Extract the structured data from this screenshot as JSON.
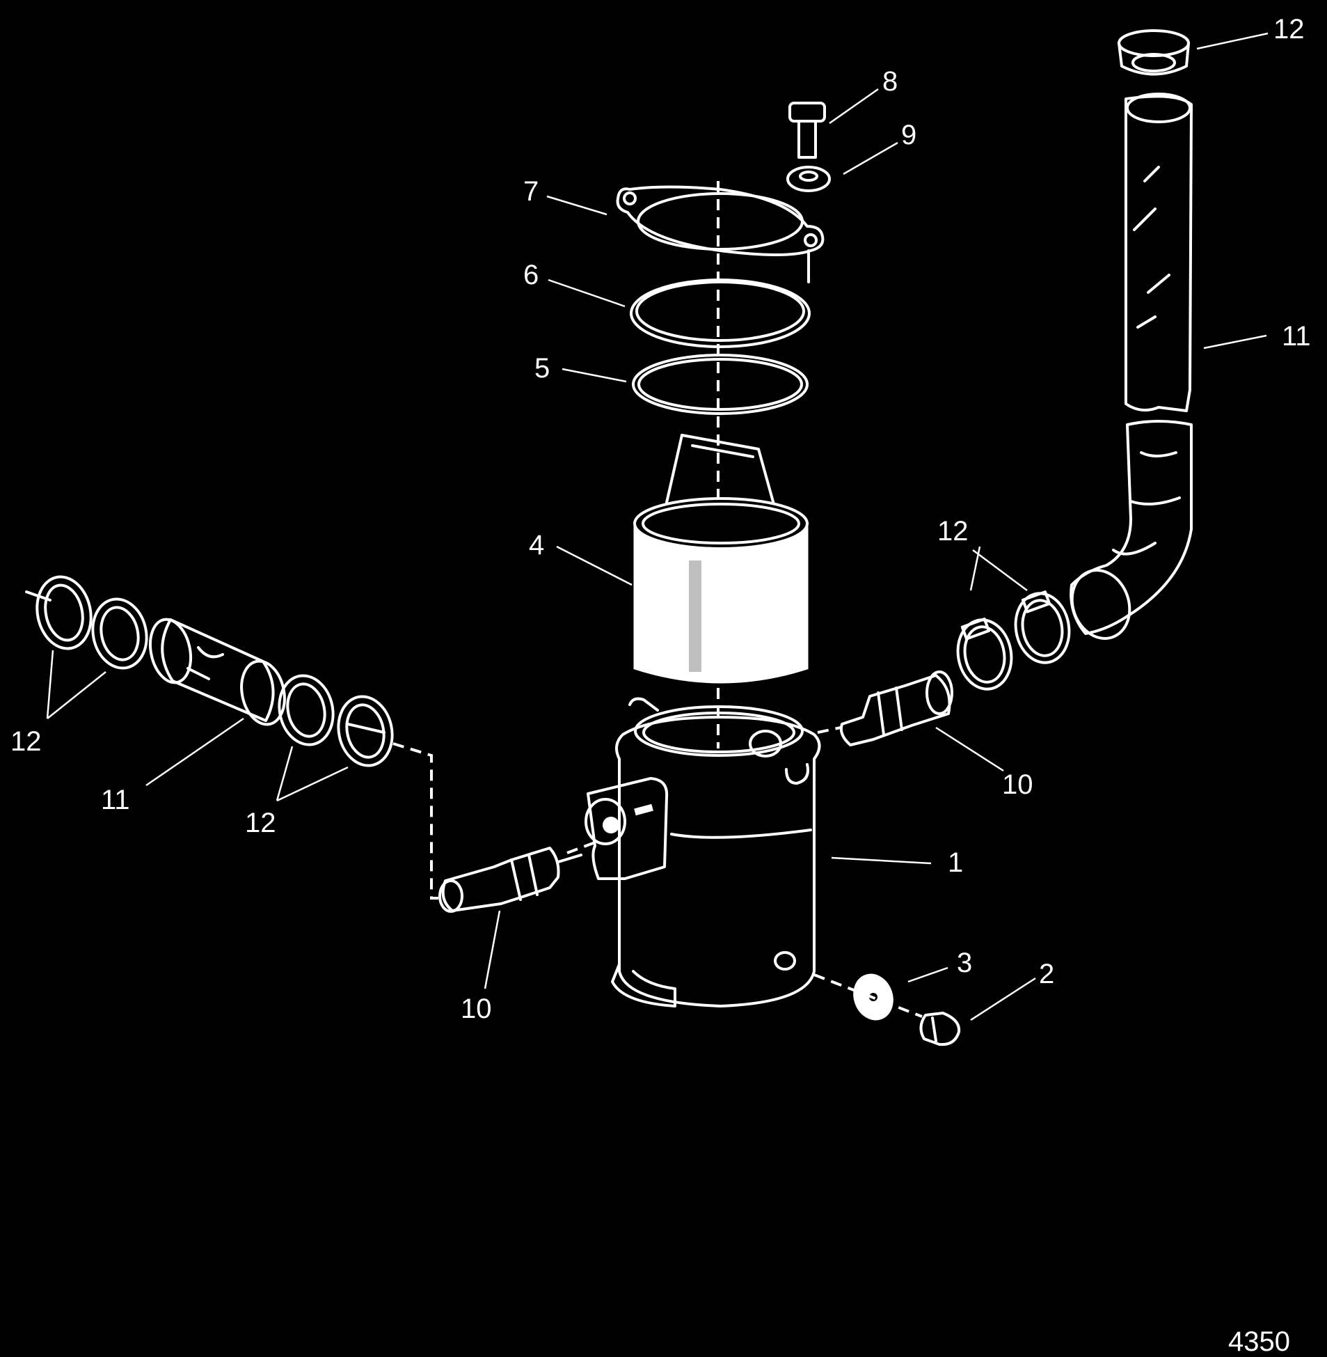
{
  "diagram": {
    "figure_number": "4350",
    "colors": {
      "background": "#000000",
      "lines": "#ffffff"
    },
    "callouts": [
      {
        "id": "c1",
        "label": "1"
      },
      {
        "id": "c2",
        "label": "2"
      },
      {
        "id": "c3",
        "label": "3"
      },
      {
        "id": "c4",
        "label": "4"
      },
      {
        "id": "c5",
        "label": "5"
      },
      {
        "id": "c6",
        "label": "6"
      },
      {
        "id": "c7",
        "label": "7"
      },
      {
        "id": "c8",
        "label": "8"
      },
      {
        "id": "c9",
        "label": "9"
      },
      {
        "id": "c10a",
        "label": "10"
      },
      {
        "id": "c10b",
        "label": "10"
      },
      {
        "id": "c11a",
        "label": "11"
      },
      {
        "id": "c11b",
        "label": "11"
      },
      {
        "id": "c12a",
        "label": "12"
      },
      {
        "id": "c12b",
        "label": "12"
      },
      {
        "id": "c12c",
        "label": "12"
      },
      {
        "id": "c12d",
        "label": "12"
      }
    ]
  }
}
